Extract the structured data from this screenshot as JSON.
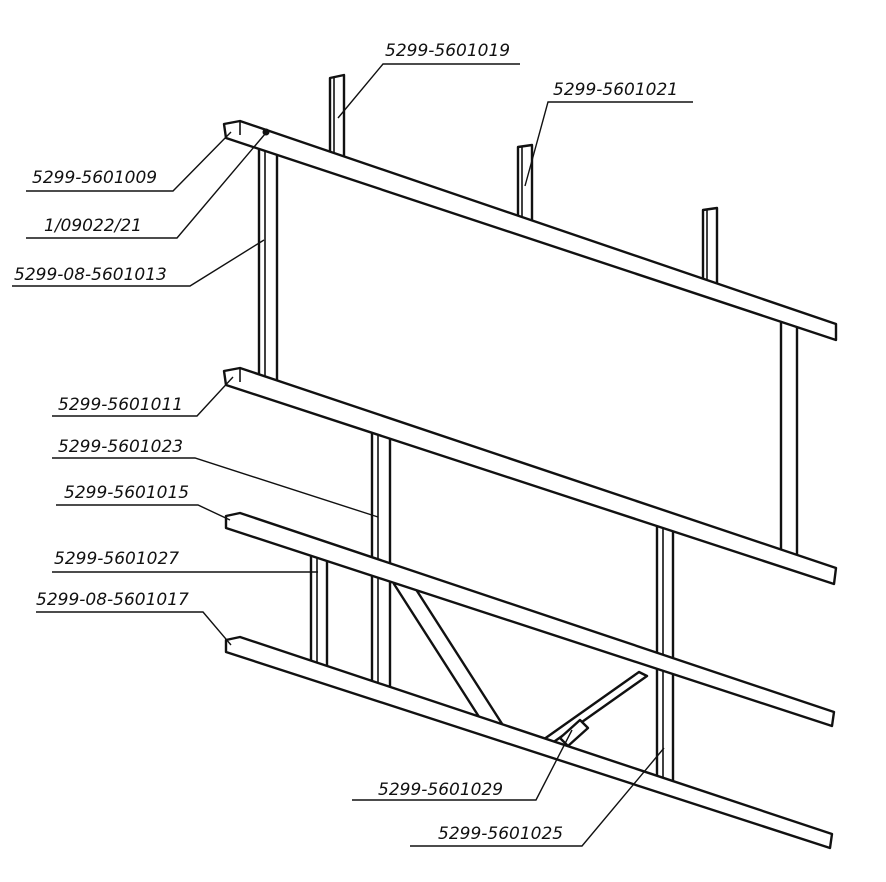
{
  "callouts": [
    {
      "id": "top_post_1",
      "label": "5299-5601019"
    },
    {
      "id": "top_post_2",
      "label": "5299-5601021"
    },
    {
      "id": "top_rail",
      "label": "5299-5601009"
    },
    {
      "id": "fastener",
      "label": "1/09022/21"
    },
    {
      "id": "left_upper_post",
      "label": "5299-08-5601013"
    },
    {
      "id": "middle_rail",
      "label": "5299-5601011"
    },
    {
      "id": "center_post",
      "label": "5299-5601023"
    },
    {
      "id": "lower_rail",
      "label": "5299-5601015"
    },
    {
      "id": "short_post",
      "label": "5299-5601027"
    },
    {
      "id": "bottom_rail",
      "label": "5299-08-5601017"
    },
    {
      "id": "brace",
      "label": "5299-5601029"
    },
    {
      "id": "right_lower_post",
      "label": "5299-5601025"
    }
  ]
}
